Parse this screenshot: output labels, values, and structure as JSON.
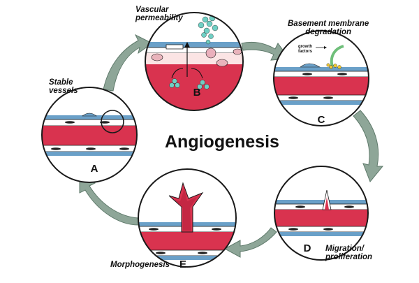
{
  "title": "Angiogenesis",
  "stages": [
    {
      "letter": "A",
      "caption": "Stable\nvessels"
    },
    {
      "letter": "B",
      "caption": "Vascular\npermeability"
    },
    {
      "letter": "C",
      "caption": "Basement membrane\ndegradation"
    },
    {
      "letter": "D",
      "caption": "Migration/\nproliferation"
    },
    {
      "letter": "E",
      "caption": "Morphogenesis"
    }
  ],
  "growth_factors_label": "growth\nfactors",
  "colors": {
    "vessel": "#d9334f",
    "vessel_dark": "#b3243d",
    "membrane": "#6aa0c8",
    "arrow": "#8ea698",
    "arrow_dark": "#5f7a6b",
    "outline": "#1a1a1a",
    "growth_factor": "#6fbf7a",
    "particle": "#6fcfc4"
  }
}
